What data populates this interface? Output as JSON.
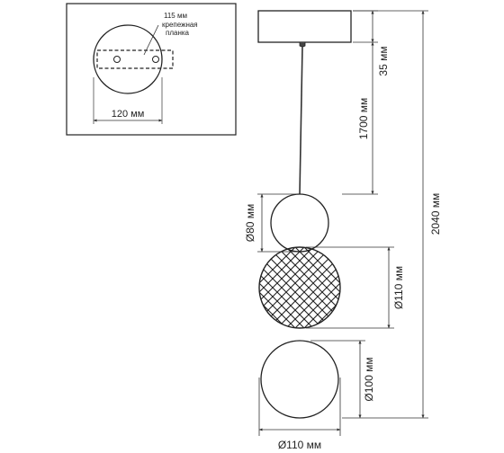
{
  "inset": {
    "bracket_width_label": "115 мм",
    "bracket_caption_line1": "крепежная",
    "bracket_caption_line2": "планка",
    "canopy_width_label": "120 мм"
  },
  "dimensions": {
    "canopy_height": "35 мм",
    "cable_length": "1700 мм",
    "total_height": "2040 мм",
    "top_sphere": "Ø80 мм",
    "middle_sphere": "Ø110 мм",
    "bottom_sphere": "Ø100 мм",
    "overall_width": "Ø110 мм"
  }
}
